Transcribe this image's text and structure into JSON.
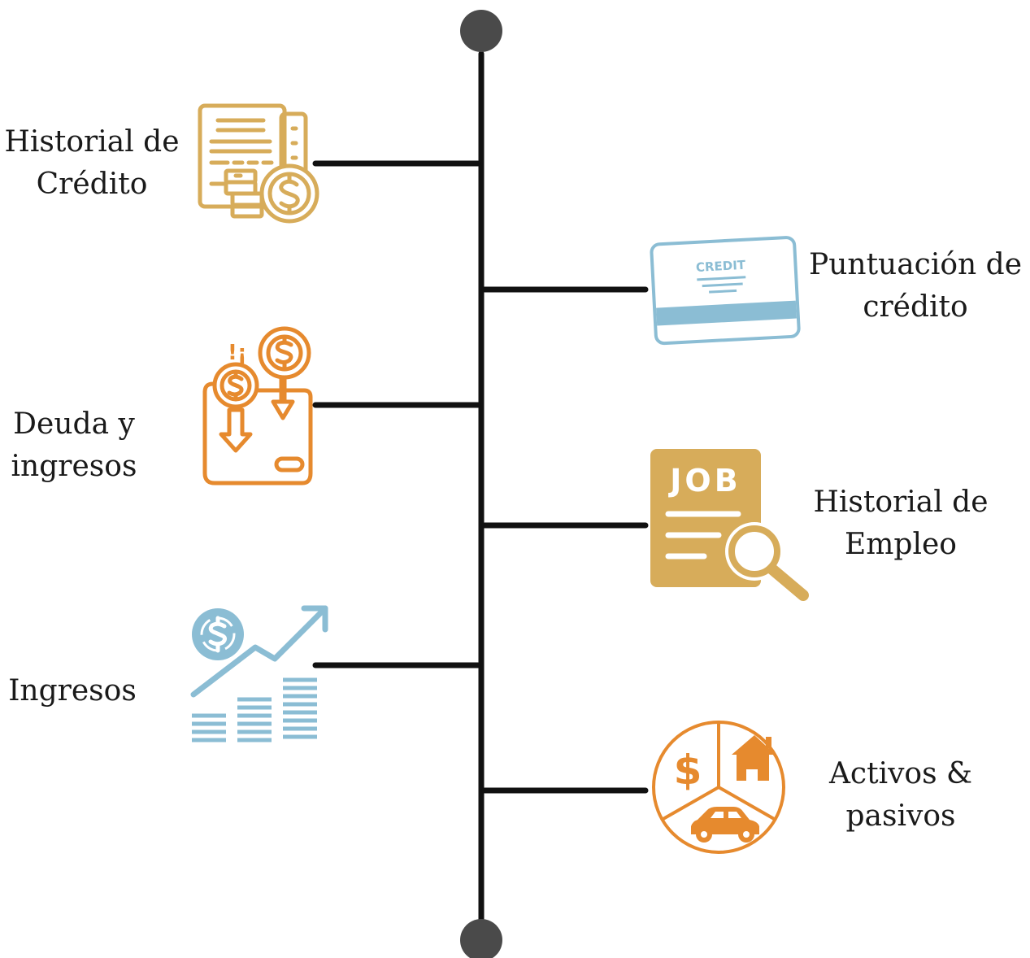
{
  "colors": {
    "axis": "#111111",
    "endpoint": "#4a4a4a",
    "gold": "#d7ac5a",
    "orange": "#e68a2e",
    "blue": "#8bbdd4"
  },
  "items": [
    {
      "lines": [
        "Historial de",
        "Crédito"
      ],
      "icon": "credit-history-document-icon"
    },
    {
      "lines": [
        "Puntuación de",
        "crédito"
      ],
      "icon": "credit-card-icon",
      "card_text": "CREDIT"
    },
    {
      "lines": [
        "Deuda y",
        "ingresos"
      ],
      "icon": "wallet-debt-icon",
      "alert_text": "!¡"
    },
    {
      "lines": [
        "Historial de",
        "Empleo"
      ],
      "icon": "job-search-icon",
      "badge_text": "JOB"
    },
    {
      "lines": [
        "Ingresos"
      ],
      "icon": "income-growth-chart-icon"
    },
    {
      "lines": [
        "Activos &",
        "pasivos"
      ],
      "icon": "assets-liabilities-pie-icon"
    }
  ]
}
